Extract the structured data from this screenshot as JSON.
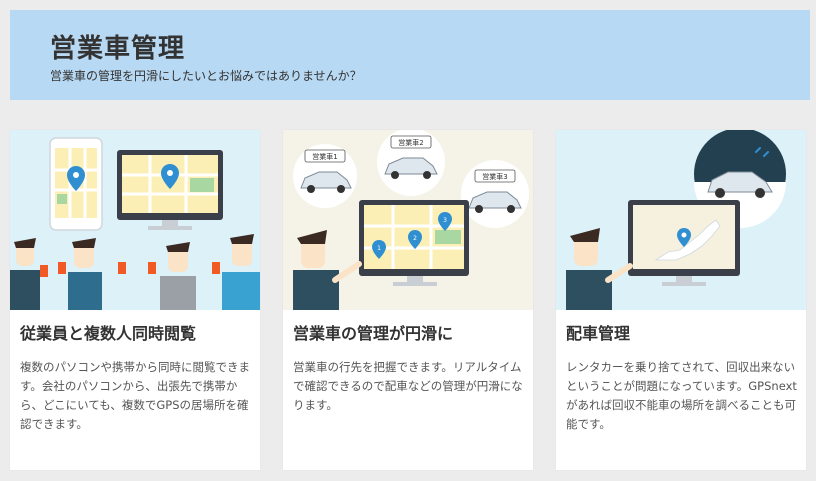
{
  "header": {
    "title": "営業車管理",
    "subtitle": "営業車の管理を円滑にしたいとお悩みではありませんか？"
  },
  "cards": [
    {
      "title": "従業員と複数人同時閲覧",
      "description": "複数のパソコンや携帯から同時に閲覧できます。会社のパソコンから、出張先で携帯から、どこにいても、複数でGPSの居場所を確認できます。"
    },
    {
      "title": "営業車の管理が円滑に",
      "description": "営業車の行先を把握できます。リアルタイムで確認できるので配車などの管理が円滑になります。",
      "car_labels": [
        "営業車1",
        "営業車2",
        "営業車3"
      ],
      "pin_numbers": [
        "1",
        "2",
        "3"
      ]
    },
    {
      "title": "配車管理",
      "description": "レンタカーを乗り捨てされて、回収出来ないということが問題になっています。GPSnextがあれば回収不能車の場所を調べることも可能です。"
    }
  ],
  "colors": {
    "banner": "#b8d9f3",
    "pin": "#2f8fd1",
    "sky": "#ddf1f8",
    "phone_orange": "#f15a24"
  }
}
